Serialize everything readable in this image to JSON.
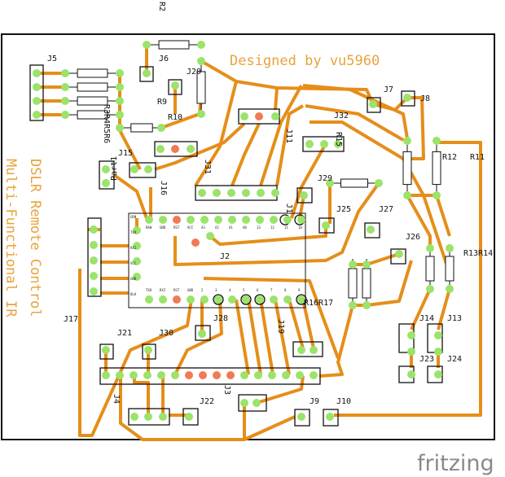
{
  "colors": {
    "trace": "#e58e1a",
    "pad": "#9be36a",
    "pad_alt": "#f07a55",
    "board_outline": "#111111",
    "silkscreen": "#e8a33c",
    "logo": "#8a8a8a"
  },
  "board": {
    "credit": "Designed by vu5960",
    "title_line1": "Multi-Functional IR",
    "title_line2": "DSLR Remote Control"
  },
  "labels": {
    "R2": "R2",
    "J5": "J5",
    "J6": "J6",
    "J20": "J20",
    "R9": "R9",
    "R10": "R10",
    "R3R4R5R6": "R3R4R5R6",
    "J15": "J15",
    "Part1": "Part1",
    "J16": "J16",
    "J31": "J31",
    "J11": "J11",
    "R15": "R15",
    "J32": "J32",
    "J7": "J7",
    "J8": "J8",
    "R12": "R12",
    "R11": "R11",
    "J29": "J29",
    "J1": "J1",
    "J25": "J25",
    "J27": "J27",
    "J26": "J26",
    "R13R14": "R13R14",
    "J2": "J2",
    "J17": "J17",
    "R16R17": "R16R17",
    "J28": "J28",
    "J19": "J19",
    "J21": "J21",
    "J30": "J30",
    "J14": "J14",
    "J13": "J13",
    "J23": "J23",
    "J24": "J24",
    "J3": "J3",
    "J4": "J4",
    "J22": "J22",
    "J9": "J9",
    "J10": "J10"
  },
  "arduino": {
    "top_pins": [
      "RAW",
      "GND",
      "RST",
      "VCC",
      "A3",
      "A2",
      "A1",
      "A0",
      "13",
      "12",
      "11",
      "10"
    ],
    "side_pins": [
      "GRN",
      "TXO",
      "RXI",
      "VCC",
      "GND",
      "BLK"
    ],
    "bottom_pins": [
      "TXO",
      "RXI",
      "RST",
      "GND",
      "2",
      "3",
      "4",
      "5",
      "6",
      "7",
      "8",
      "9"
    ]
  },
  "logo": "fritzing"
}
